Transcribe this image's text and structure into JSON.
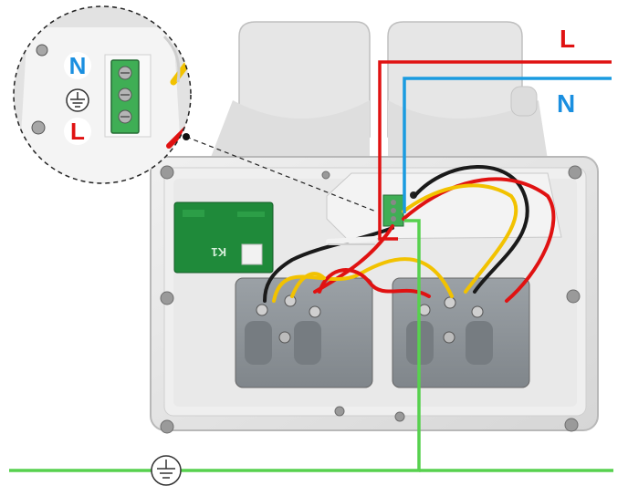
{
  "labels": {
    "live": "L",
    "neutral": "N",
    "inset_neutral": "N",
    "inset_live": "L",
    "pcb_code": "K1"
  },
  "icons": {
    "earth": "earth-ground-symbol"
  },
  "colors": {
    "live_wire": "#e01212",
    "neutral_wire": "#1a9be0",
    "earth_wire": "#57d14e",
    "live_label": "#e01212",
    "neutral_label": "#1a8fe0",
    "housing": "#e4e4e4",
    "socket": "#8e9499",
    "pcb": "#1f8a3a",
    "terminal": "#3fae55"
  }
}
